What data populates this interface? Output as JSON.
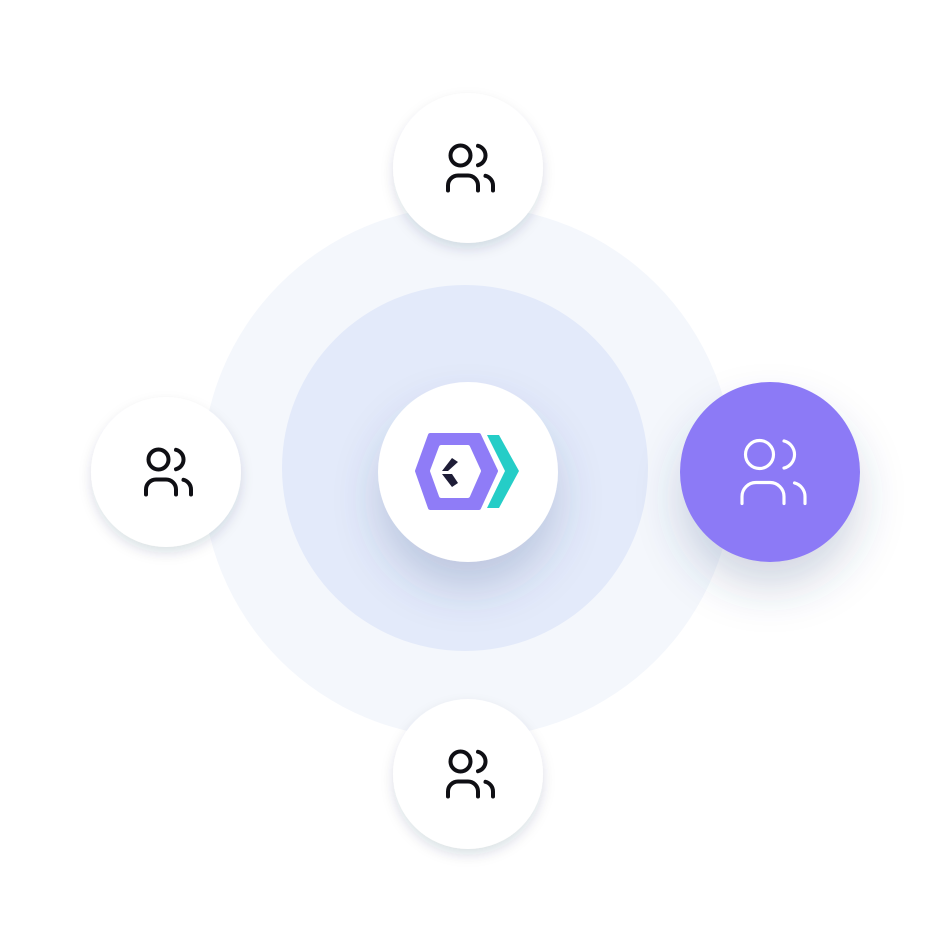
{
  "colors": {
    "outer_ring": "#f4f7fc",
    "inner_ring": "#e3eafa",
    "node_bg": "#ffffff",
    "active_node_bg": "#8c7af6",
    "icon_dark": "#0f0f14",
    "icon_light": "#ffffff",
    "logo_purple": "#8f7cf7",
    "logo_teal": "#25cdc7",
    "logo_dark": "#1e1d37"
  },
  "center": {
    "icon": "brand-logo-icon"
  },
  "nodes": [
    {
      "position": "top",
      "icon": "users-icon",
      "active": false
    },
    {
      "position": "left",
      "icon": "users-icon",
      "active": false
    },
    {
      "position": "right",
      "icon": "users-icon",
      "active": true
    },
    {
      "position": "bottom",
      "icon": "users-icon",
      "active": false
    }
  ]
}
